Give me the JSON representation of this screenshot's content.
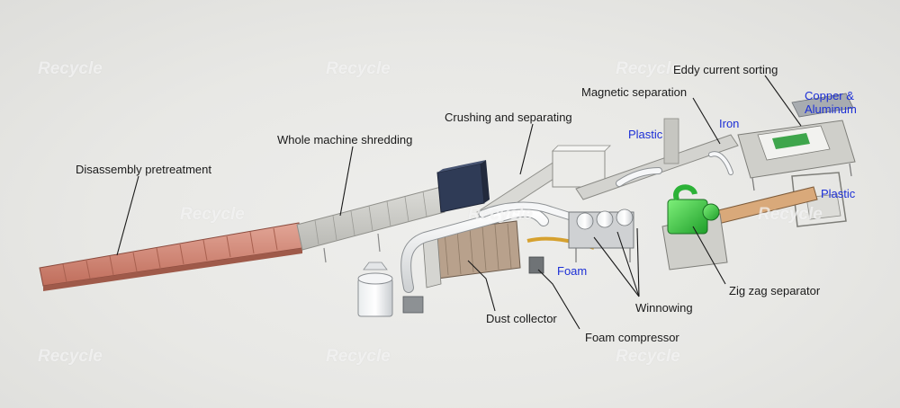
{
  "watermark": "Recycle",
  "labels": {
    "disassembly": "Disassembly pretreatment",
    "shredding": "Whole machine shredding",
    "crushing": "Crushing and separating",
    "magnetic": "Magnetic separation",
    "eddy": "Eddy current sorting",
    "copper_aluminum": "Copper &\nAluminum",
    "iron": "Iron",
    "plastic_top": "Plastic",
    "plastic_right": "Plastic",
    "foam": "Foam",
    "dust_collector": "Dust collector",
    "foam_compressor": "Foam compressor",
    "winnowing": "Winnowing",
    "zigzag": "Zig zag separator"
  },
  "colors": {
    "label_text": "#1a1a1a",
    "output_text": "#1c2fd6",
    "leader_line": "#1a1a1a",
    "background": "#e9e9e6"
  },
  "icons": {
    "watermark_logo": "recycle-logo-icon"
  }
}
